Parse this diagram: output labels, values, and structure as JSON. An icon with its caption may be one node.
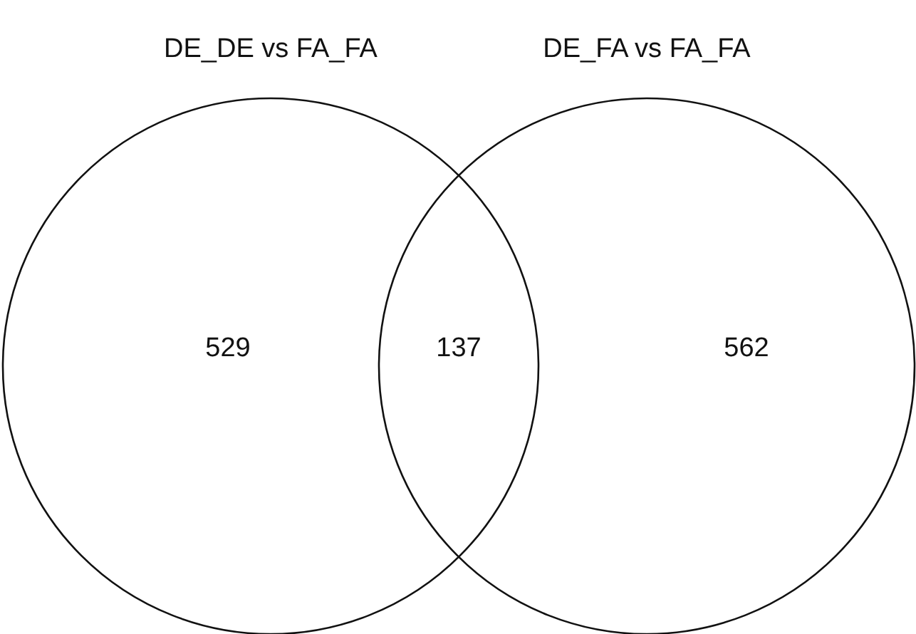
{
  "diagram": {
    "nodes": [
      {
        "text": [
          "DE_DE vs FA_FA"
        ]
      },
      {
        "text": [
          "DE_FA vs FA_FA"
        ]
      }
    ],
    "edges": [],
    "labels": [
      "529",
      "137",
      "562"
    ]
  }
}
